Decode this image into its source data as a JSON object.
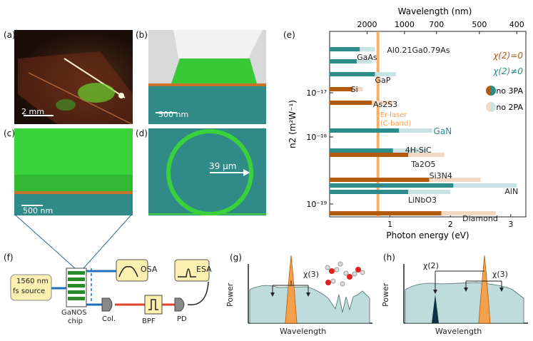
{
  "panels": {
    "a": {
      "label": "(a)",
      "scale": "2 mm"
    },
    "b": {
      "label": "(b)",
      "scale": "500 nm"
    },
    "c": {
      "label": "(c)",
      "scale": "500 nm"
    },
    "d": {
      "label": "(d)",
      "radius": "39 µm"
    },
    "e": {
      "label": "(e)"
    },
    "f": {
      "label": "(f)",
      "source": [
        "1560 nm",
        "fs source"
      ],
      "chip": [
        "GaNOS",
        "chip"
      ],
      "osa": "OSA",
      "esa": "ESA",
      "col": "Col.",
      "bpf": "BPF",
      "pd": "PD"
    },
    "g": {
      "label": "(g)",
      "ylabel": "Power",
      "xlabel": "Wavelength",
      "chi3": "χ(3)"
    },
    "h": {
      "label": "(h)",
      "ylabel": "Power",
      "xlabel": "Wavelength",
      "chi2": "χ(2)",
      "chi3": "χ(3)"
    }
  },
  "colors": {
    "teal": "#2e8b8b",
    "teal_light": "#c9e3e3",
    "orange": "#b35a0e",
    "orange_light": "#f3d9c4",
    "laser": "#f5a04a",
    "micro_teal": "#2f8a88",
    "micro_green": "#3bd13b"
  },
  "chart_data": {
    "type": "bar",
    "title": "",
    "xlabel": "Photon energy (eV)",
    "ylabel": "n2 (m²W⁻¹)",
    "x2label": "Wavelength (nm)",
    "xlim": [
      0,
      3.25
    ],
    "xticks": [
      1,
      2,
      3
    ],
    "x2ticks": [
      "2000",
      "1000",
      "700",
      "500",
      "400"
    ],
    "yscale": "log",
    "yticks": [
      "10⁻¹⁷",
      "10⁻¹⁸",
      "10⁻¹⁹"
    ],
    "laser_label": [
      "Er-laser",
      "(C-band)"
    ],
    "laser_energy": 0.8,
    "legend": {
      "chi0": "χ(2)=0",
      "chi_nonzero": "χ(2)≠0",
      "no3pa": "no 3PA",
      "no2pa": "no 2PA"
    },
    "materials": [
      {
        "name": "Al0.21Ga0.79As",
        "chi2": true,
        "bars": [
          [
            0.5,
            0.75
          ]
        ]
      },
      {
        "name": "GaAs",
        "chi2": true,
        "bars": [
          [
            0.45,
            0.7
          ]
        ]
      },
      {
        "name": "GaP",
        "chi2": true,
        "bars": [
          [
            0.75,
            1.1
          ]
        ]
      },
      {
        "name": "Si",
        "chi2": false,
        "bars": [
          [
            0.38,
            0.55
          ]
        ]
      },
      {
        "name": "As2S3",
        "chi2": false,
        "bars": [
          [
            0.7,
            1.05
          ]
        ]
      },
      {
        "name": "GaN",
        "chi2": true,
        "bars": [
          [
            1.15,
            1.7
          ]
        ]
      },
      {
        "name": "4H-SiC",
        "chi2": true,
        "bars": [
          [
            1.05,
            1.6
          ]
        ]
      },
      {
        "name": "Ta2O5",
        "chi2": false,
        "bars": [
          [
            1.3,
            1.9
          ]
        ]
      },
      {
        "name": "Si3N4",
        "chi2": false,
        "bars": [
          [
            1.65,
            2.5
          ]
        ]
      },
      {
        "name": "AlN",
        "chi2": true,
        "bars": [
          [
            2.05,
            3.1
          ]
        ]
      },
      {
        "name": "LiNbO3",
        "chi2": true,
        "bars": [
          [
            1.3,
            2.0
          ]
        ]
      },
      {
        "name": "Diamond",
        "chi2": false,
        "bars": [
          [
            1.85,
            2.75
          ]
        ]
      }
    ]
  }
}
